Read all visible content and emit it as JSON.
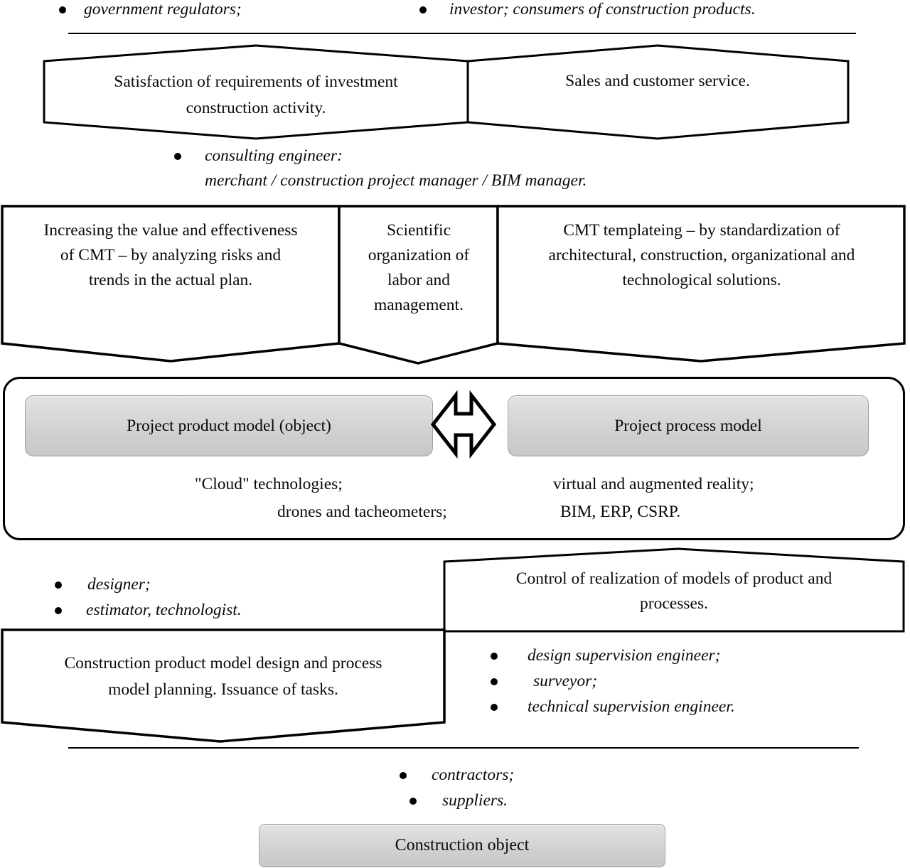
{
  "top_section": {
    "bullets": [
      "government regulators;",
      "investor; consumers of construction products."
    ]
  },
  "goals_banners": {
    "left_lines": [
      "Satisfaction of requirements of investment",
      "construction activity."
    ],
    "right_label": "Sales and customer service."
  },
  "consulting_section": {
    "bullet": "consulting engineer:",
    "roles_line": "merchant / construction project manager / BIM manager."
  },
  "task_columns": [
    {
      "lines": [
        "Increasing the value and effectiveness",
        "of CMT – by analyzing risks and",
        "trends in the actual plan."
      ]
    },
    {
      "lines": [
        "Scientific",
        "organization of",
        "labor and",
        "management."
      ]
    },
    {
      "lines": [
        "CMT templateing – by standardization of",
        "architectural, construction, organizational and",
        "technological solutions."
      ]
    }
  ],
  "models_panel": {
    "product_model_label": "Project product model (object)",
    "process_model_label": "Project process model",
    "left_tech_lines": [
      "\"Cloud\" technologies;",
      "drones and tacheometers;"
    ],
    "right_tech_lines": [
      "virtual and augmented reality;",
      "BIM, ERP, CSRP."
    ]
  },
  "design_section": {
    "bullets": [
      "designer;",
      "estimator, technologist."
    ],
    "box_lines": [
      "Construction product model design and process",
      "model planning. Issuance of tasks."
    ]
  },
  "control_section": {
    "box_lines": [
      "Control of realization of models of product and",
      "processes."
    ],
    "bullets": [
      "design supervision engineer;",
      "surveyor;",
      "technical supervision engineer."
    ]
  },
  "bottom_section": {
    "bullets": [
      "contractors;",
      "suppliers."
    ],
    "construction_object_label": "Construction object"
  },
  "colors": {
    "line": "#000000",
    "box_fill_top": "#e3e3e3",
    "box_fill_bottom": "#c7c7c7",
    "box_border": "#9e9e9e"
  }
}
